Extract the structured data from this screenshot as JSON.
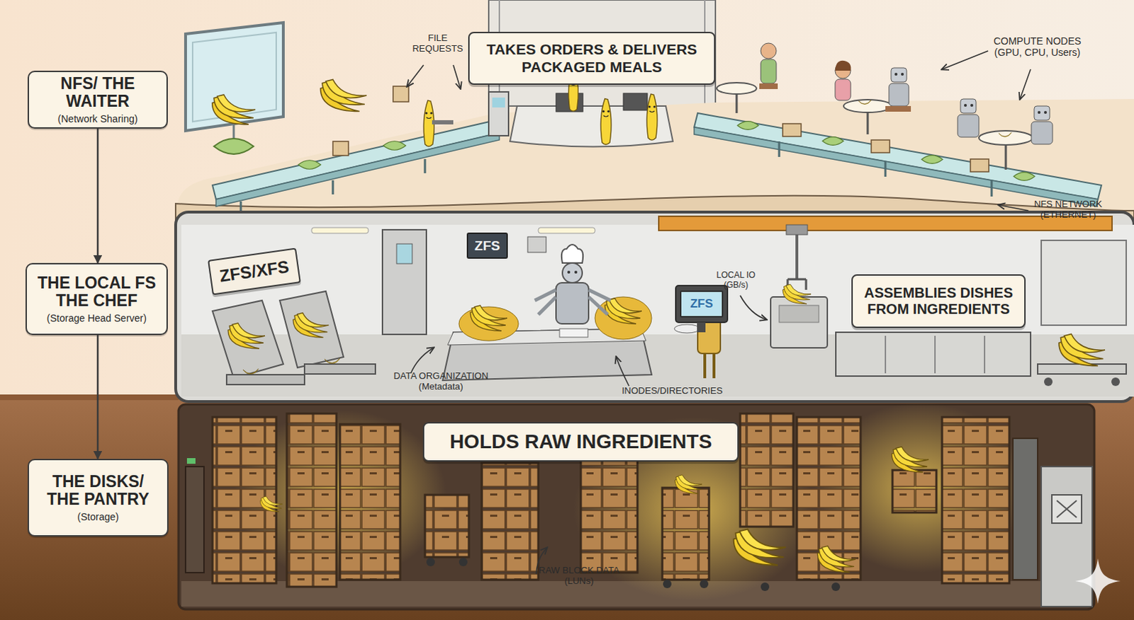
{
  "diagram": {
    "nodes": [
      {
        "text": [
          "NFS/ THE WAITER",
          "(Network Sharing)"
        ]
      },
      {
        "text": [
          "THE LOCAL FS THE CHEF",
          "(Storage Head Server)"
        ]
      },
      {
        "text": [
          "THE DISKS/ THE PANTRY",
          "(Storage)"
        ]
      },
      {
        "text": [
          "TAKES ORDERS & DELIVERS PACKAGED MEALS"
        ]
      },
      {
        "text": [
          "ZFS/XFS"
        ]
      },
      {
        "text": [
          "ZFS"
        ]
      },
      {
        "text": [
          "ZFS"
        ]
      },
      {
        "text": [
          "ASSEMBLIES DISHES FROM INGREDIENTS"
        ]
      },
      {
        "text": [
          "HOLDS RAW INGREDIENTS"
        ]
      }
    ],
    "edges": [
      {
        "from": 0,
        "to": 1,
        "arrow": "to"
      },
      {
        "from": 1,
        "to": 2,
        "arrow": "to"
      }
    ],
    "labels": [
      "FILE REQUESTS",
      "COMPUTE NODES (GPU, CPU, Users)",
      "NFS NETWORK (ETHERNET)",
      "LOCAL IO (GB/s)",
      "DATA ORGANIZATION (Metadata)",
      "INODES/DIRECTORIES",
      "RAW BLOCK DATA (LUNs)"
    ]
  }
}
